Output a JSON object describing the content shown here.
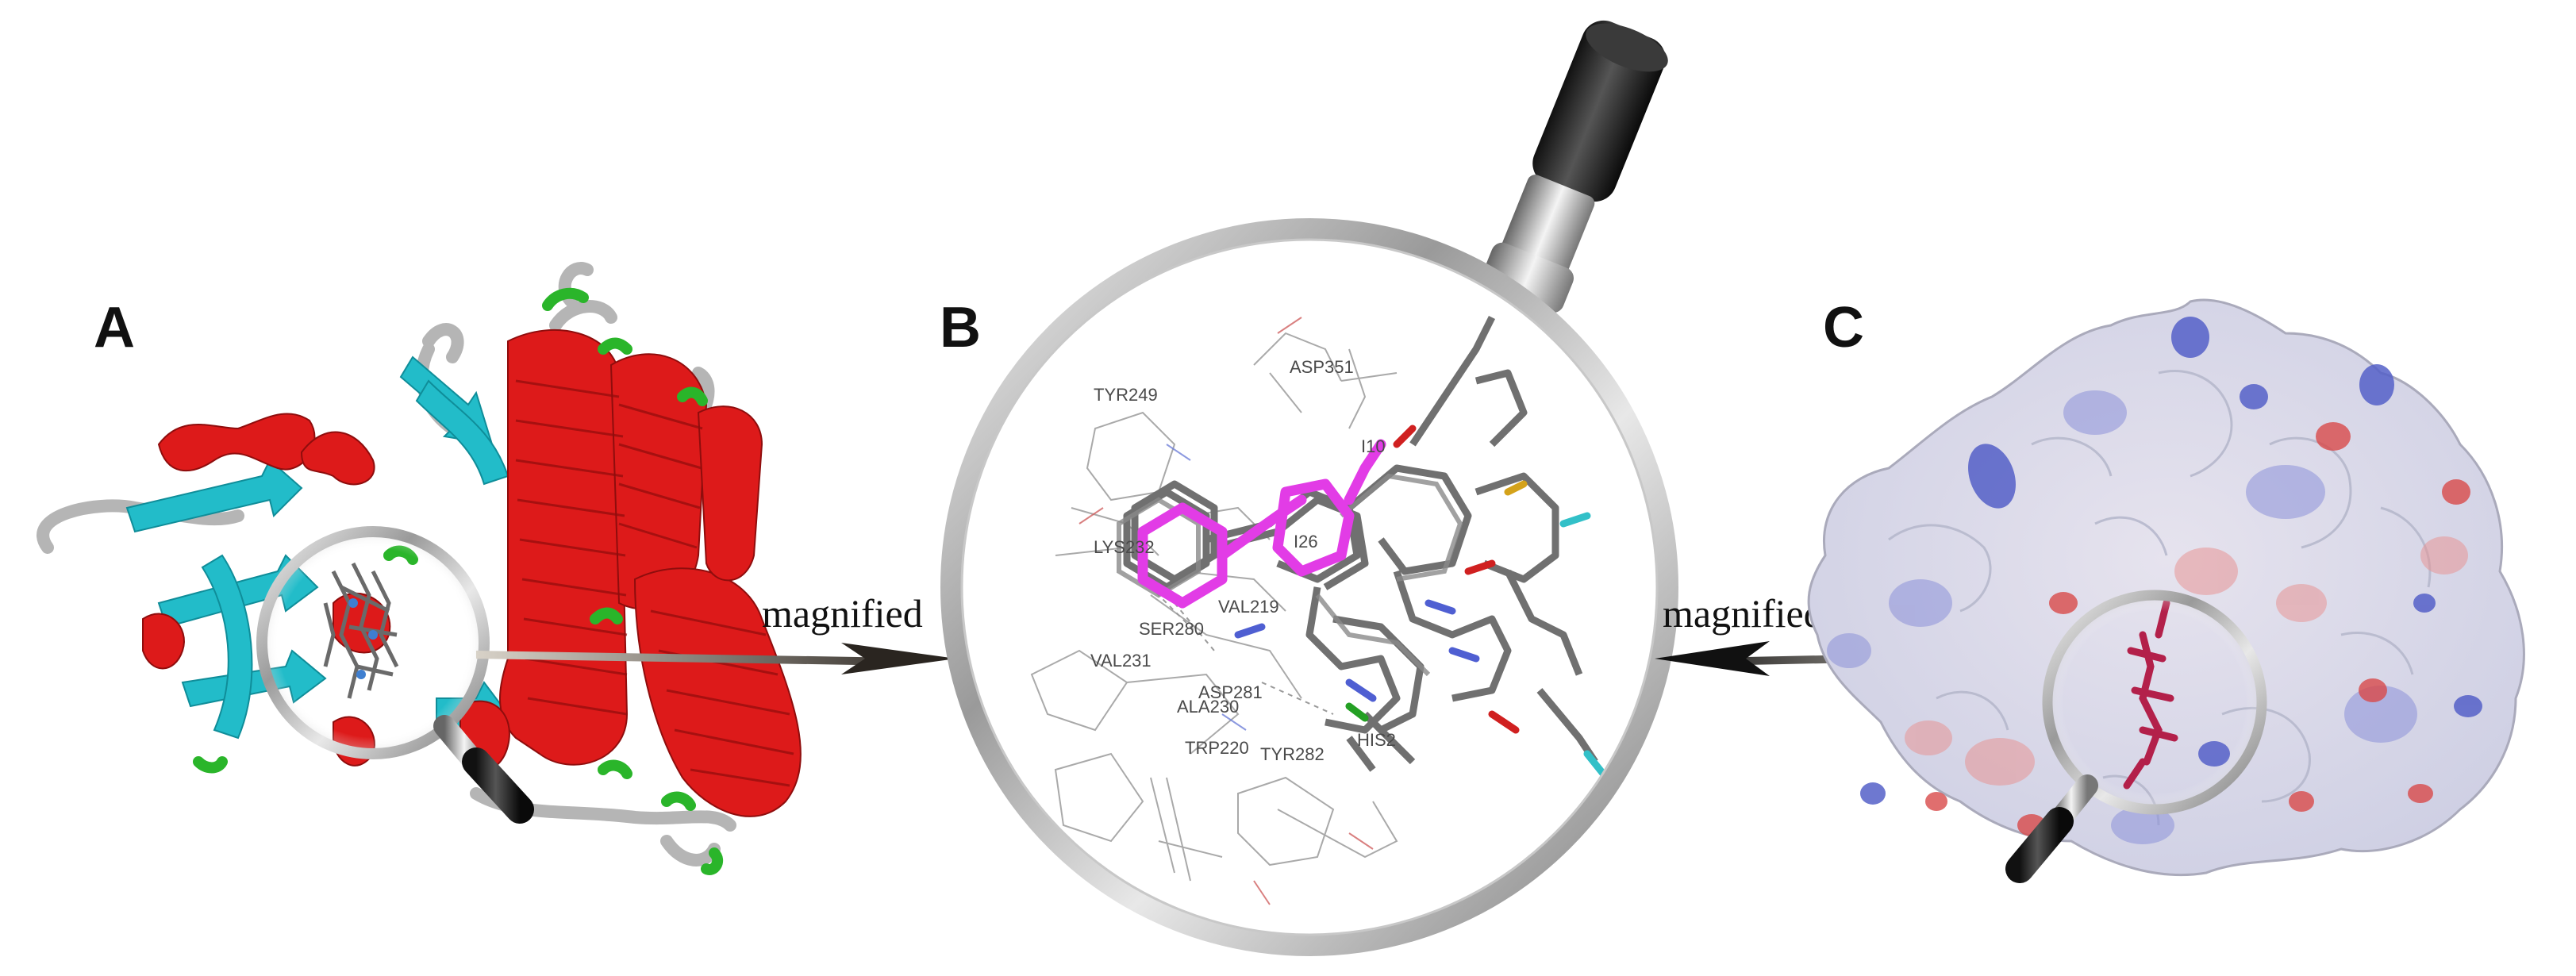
{
  "panels": {
    "a": {
      "letter": "A"
    },
    "b": {
      "letter": "B"
    },
    "c": {
      "letter": "C"
    }
  },
  "arrows": {
    "left_label": "magnified",
    "right_label": "magnified"
  },
  "residues": [
    "ASP351",
    "TYR249",
    "LYS232",
    "SER280",
    "VAL219",
    "VAL231",
    "ASP281",
    "ALA230",
    "TRP220",
    "TYR282",
    "HIS2",
    "I26",
    "I10"
  ],
  "colors": {
    "helix": "#dd1a1a",
    "sheet": "#22bcc9",
    "turn": "#2ab52a",
    "coil": "#b8b8b8",
    "ligand_highlight": "#e23ce6",
    "surface_positive": "#5560c8",
    "surface_negative": "#d84a4a",
    "pocket_ligand": "#b3204a"
  }
}
